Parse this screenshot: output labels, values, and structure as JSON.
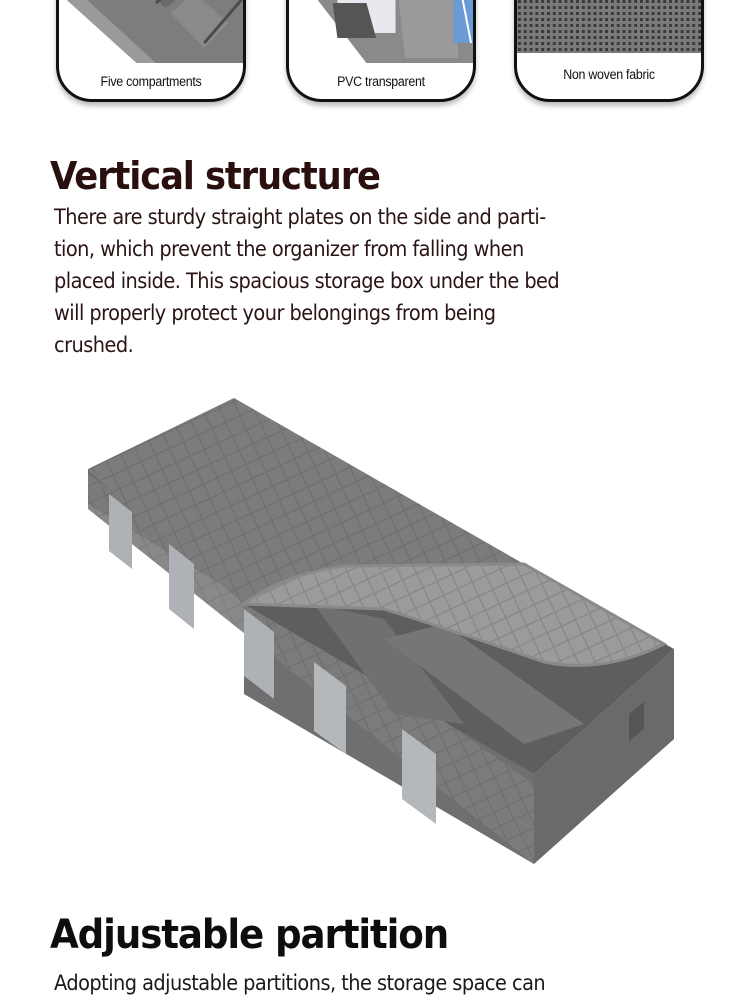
{
  "features": [
    {
      "caption": "Five compartments",
      "image": "five-compartments-closeup"
    },
    {
      "caption": "PVC transparent",
      "image": "pvc-window-closeup"
    },
    {
      "caption": "Non woven fabric",
      "image": "fabric-texture-closeup"
    }
  ],
  "sections": [
    {
      "title": "Vertical structure",
      "lines": [
        "There are sturdy straight plates on the side and parti-",
        "tion, which prevent the organizer from falling when",
        "placed inside. This spacious storage box under the bed",
        "will properly protect your belongings from being",
        "crushed."
      ]
    },
    {
      "title": "Adjustable partition",
      "lines": [
        "Adopting adjustable partitions, the storage space can"
      ]
    }
  ],
  "product_image": {
    "alt": "Grey under-bed storage organizer with zippered lid partly open, showing adjustable partitions and clear PVC side windows"
  },
  "colors": {
    "title_brown": "#2a0f0f",
    "fabric_grey": "#7a7a7a",
    "fabric_light": "#9a9a9a",
    "fabric_dark": "#5c5c5c"
  }
}
